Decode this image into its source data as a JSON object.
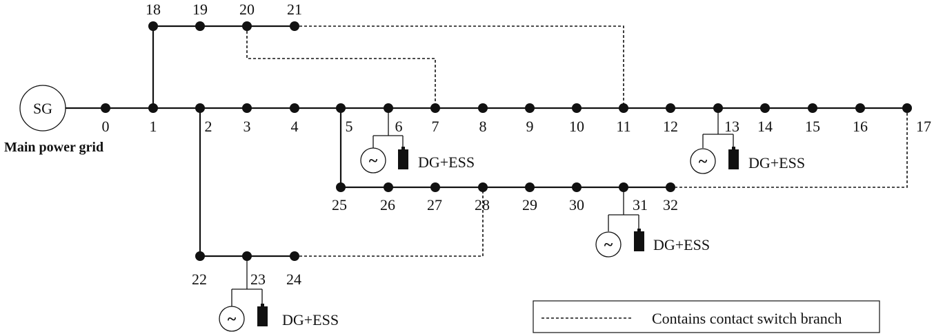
{
  "source": {
    "label": "SG",
    "caption": "Main power grid"
  },
  "buses": [
    "0",
    "1",
    "2",
    "3",
    "4",
    "5",
    "6",
    "7",
    "8",
    "9",
    "10",
    "11",
    "12",
    "13",
    "14",
    "15",
    "16",
    "17",
    "18",
    "19",
    "20",
    "21",
    "22",
    "23",
    "24",
    "25",
    "26",
    "27",
    "28",
    "29",
    "30",
    "31",
    "32"
  ],
  "dg_label": "DG+ESS",
  "dg_buses": [
    "6",
    "13",
    "23",
    "31"
  ],
  "tie_switches": [
    [
      "20",
      "7"
    ],
    [
      "21",
      "11"
    ],
    [
      "17",
      "32"
    ],
    [
      "24",
      "28"
    ]
  ],
  "legend": {
    "label": "Contains contact switch branch"
  }
}
